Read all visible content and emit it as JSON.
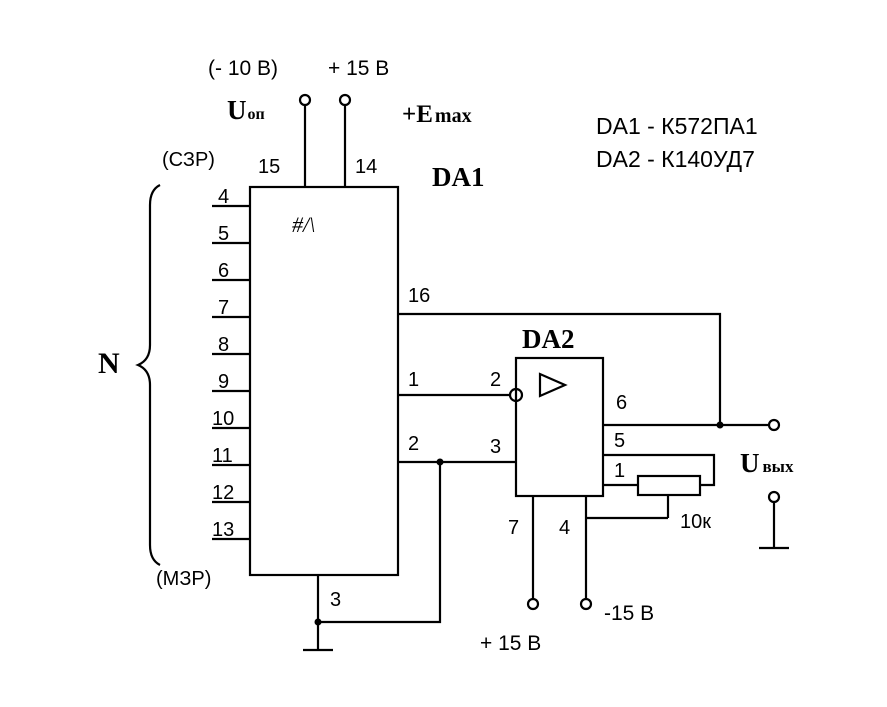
{
  "supply": {
    "ref_voltage": "(- 10 В)",
    "plus15_top": "+ 15 В",
    "u_ref": "U",
    "u_ref_sub": "оп",
    "emax": "+E",
    "emax_sub": "max"
  },
  "legend": {
    "da1": "DA1 - К572ПА1",
    "da2": "DA2 - К140УД7"
  },
  "da1": {
    "name": "DA1",
    "symbol": "#/\\",
    "pin15": "15",
    "pin14": "14",
    "pin16": "16",
    "pin1": "1",
    "pin2": "2",
    "pin3": "3",
    "inputs": [
      "4",
      "5",
      "6",
      "7",
      "8",
      "9",
      "10",
      "11",
      "12",
      "13"
    ],
    "msb": "(СЗР)",
    "lsb": "(МЗР)"
  },
  "da2": {
    "name": "DA2",
    "pin2": "2",
    "pin3": "3",
    "pin6": "6",
    "pin5": "5",
    "pin1": "1",
    "pin7": "7",
    "pin4": "4",
    "plus15": "+ 15 В",
    "minus15": "-15 В"
  },
  "output": {
    "u": "U",
    "sub": "вых"
  },
  "bus_label": "N",
  "resistor": "10к",
  "colors": {
    "ink": "#000000",
    "paper": "#ffffff"
  }
}
